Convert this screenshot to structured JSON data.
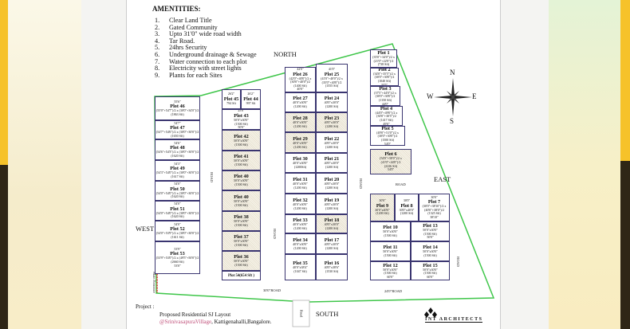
{
  "amenities": {
    "title": "AMENTITIES:",
    "items": [
      {
        "n": "1.",
        "t": "Clear Land Title"
      },
      {
        "n": "2.",
        "t": "Gated Community"
      },
      {
        "n": "3.",
        "t": "Upto 31'0\" wide road width"
      },
      {
        "n": "4.",
        "t": "Tar Road."
      },
      {
        "n": "5.",
        "t": "24hrs Security"
      },
      {
        "n": "6.",
        "t": "Underground drainage & Sewage"
      },
      {
        "n": "7.",
        "t": "Water connection to each plot"
      },
      {
        "n": "8.",
        "t": "Electricity  with street lights"
      },
      {
        "n": "9.",
        "t": "Plants for each Sites"
      }
    ]
  },
  "directions": {
    "north": "NORTH",
    "south": "SOUTH",
    "east": "EAST",
    "west": "WEST"
  },
  "compass": {
    "n": "N",
    "s": "S",
    "e": "E",
    "w": "W"
  },
  "roads": {
    "road": "ROAD",
    "road_30": "30'0\"ROAD",
    "road_24": "24'0\"ROAD",
    "main_entrance": "Main Entrance",
    "south_road": "Road"
  },
  "project": {
    "label": "Project :",
    "line1": "Proposed Residential SJ Layout",
    "line2_site": "@SrinivasapuraVillage",
    "line2_rest": ", Kattigenahalli,Bangalore."
  },
  "architect": {
    "logo": "INT ARCHITECTS"
  },
  "colors": {
    "boundary": "#3fc64a",
    "plot_border": "#3a3570",
    "entrance": "#e03030"
  },
  "plots": [
    {
      "id": "46",
      "name": "Plot 46",
      "dims": "(55'0\"+54'7\")/2 x (30'0\"+34'0\")/2",
      "area": "(1863 Sft)",
      "top": "55'6\""
    },
    {
      "id": "47",
      "name": "Plot 47",
      "dims": "(54'7\"+54'6\")/2 x (30'0\"+30'0\")/2",
      "area": "(1650 Sft)",
      "top": "54'7\""
    },
    {
      "id": "48",
      "name": "Plot 48",
      "dims": "(54'6\"+54'3\")/2 x (30'0\"+30'0\")/2",
      "area": "(1620 Sft)",
      "top": "54'6\""
    },
    {
      "id": "49",
      "name": "Plot 49",
      "dims": "(54'3\"+54'0\")/2 x (30'0\"+30'0\")/2",
      "area": "(1617 Sft)",
      "top": "54'3\""
    },
    {
      "id": "50",
      "name": "Plot 50",
      "dims": "(54'0\"+54'0\")/2 x (30'0\"+30'0\")/2",
      "area": "(1620 Sft)",
      "top": "54'0\""
    },
    {
      "id": "51",
      "name": "Plot 51",
      "dims": "(54'0\"+54'0\")/2 x (30'0\"+30'0\")/2",
      "area": "(1620 Sft)",
      "top": "54'0\""
    },
    {
      "id": "52",
      "name": "Plot 52",
      "dims": "(54'0\"+53'9\")/2 x (30'0\"+30'0\")/2",
      "area": "(1611 Sft)",
      "top": "54'0\""
    },
    {
      "id": "53",
      "name": "Plot 53",
      "dims": "(53'9\"+53'0\")/2 x (49'5\"+50'0\")/2",
      "area": "(2660 Sft)",
      "top": "53'9\"",
      "bottom": "53'0\""
    },
    {
      "id": "45",
      "name": "Plot 45",
      "dims": "",
      "area": "794 Sft",
      "top": "26'2\""
    },
    {
      "id": "44",
      "name": "Plot 44",
      "dims": "",
      "area": "997 Sft",
      "top": "26'2\""
    },
    {
      "id": "43",
      "name": "Plot 43",
      "dims": "50'0\"x30'0\"",
      "area": "(1500 Sft)",
      "top": "25'0\"",
      "bottom": "50'0\""
    },
    {
      "id": "42",
      "name": "Plot 42",
      "dims": "50'0\"x30'0\"",
      "area": "(1500 Sft)"
    },
    {
      "id": "41",
      "name": "Plot 41",
      "dims": "50'0\"x30'0\"",
      "area": "(1500 Sft)"
    },
    {
      "id": "40",
      "name": "Plot 40",
      "dims": "50'0\"x30'0\"",
      "area": "(1500 Sft)"
    },
    {
      "id": "40b",
      "name": "Plot 40",
      "dims": "50'0\"x30'0\"",
      "area": "(1500 Sft)"
    },
    {
      "id": "38",
      "name": "Plot 38",
      "dims": "50'0\"x30'0\"",
      "area": "(1500 Sft)"
    },
    {
      "id": "37",
      "name": "Plot 37",
      "dims": "50'0\"x30'0\"",
      "area": "(1500 Sft)"
    },
    {
      "id": "36",
      "name": "Plot 36",
      "dims": "50'0\"x30'0\"",
      "area": "(1500 Sft)"
    },
    {
      "id": "54",
      "name": "Plot 54(654 Sft )",
      "dims": "",
      "area": ""
    },
    {
      "id": "26",
      "name": "Plot 26",
      "dims": "(42'0\"+40'0\")/2 x (30'0\"+40'0\")/2",
      "area": "(1400 Sft)",
      "top": "42'0\"",
      "bottom": "40'0\""
    },
    {
      "id": "25",
      "name": "Plot 25",
      "dims": "(41'0\"+40'0\")/2 x (35'0\"+40'0\")/2",
      "area": "(1555 Sft)",
      "top": "41'0\""
    },
    {
      "id": "27",
      "name": "Plot 27",
      "dims": "40'0\"x30'0\"",
      "area": "(1200 Sft)"
    },
    {
      "id": "24",
      "name": "Plot 24",
      "dims": "40'0\"x30'0\"",
      "area": "(1200 Sft)"
    },
    {
      "id": "28",
      "name": "Plot 28",
      "dims": "40'0\"x30'0\"",
      "area": "(1200 Sft)"
    },
    {
      "id": "23",
      "name": "Plot 23",
      "dims": "40'0\"x30'0\"",
      "area": "(1200 Sft)"
    },
    {
      "id": "29",
      "name": "Plot 29",
      "dims": "40'0\"x30'0\"",
      "area": "(1200 Sft)"
    },
    {
      "id": "22",
      "name": "Plot 22",
      "dims": "40'0\"x30'0\"",
      "area": "(1200 Sft)"
    },
    {
      "id": "30",
      "name": "Plot 30",
      "dims": "40'0\"x30'0\"",
      "area": "(1200Sft)"
    },
    {
      "id": "21",
      "name": "Plot 21",
      "dims": "40'0\"x30'0\"",
      "area": "(1200 Sft)"
    },
    {
      "id": "31",
      "name": "Plot 31",
      "dims": "40'0\"x30'0\"",
      "area": "(1200 Sft)"
    },
    {
      "id": "20",
      "name": "Plot 20",
      "dims": "40'0\"x30'0\"",
      "area": "(1200 Sft)"
    },
    {
      "id": "32",
      "name": "Plot 32",
      "dims": "40'0\"x30'0\"",
      "area": "(1200 Sft)"
    },
    {
      "id": "19",
      "name": "Plot 19",
      "dims": "40'0\"x30'0\"",
      "area": "(1200 Sft)"
    },
    {
      "id": "33",
      "name": "Plot 33",
      "dims": "40'0\"x30'0\"",
      "area": "(1200 Sft)"
    },
    {
      "id": "18",
      "name": "Plot 18",
      "dims": "40'0\"x30'0\"",
      "area": "(1200 Sft)"
    },
    {
      "id": "34",
      "name": "Plot 34",
      "dims": "40'0\"x30'0\"",
      "area": "(1200 Sft)"
    },
    {
      "id": "17",
      "name": "Plot 17",
      "dims": "40'0\"x30'0\"",
      "area": "(1200 Sft)"
    },
    {
      "id": "35",
      "name": "Plot 35",
      "dims": "40'0\"x38'4\"",
      "area": "(1047 Sft)"
    },
    {
      "id": "16",
      "name": "Plot 16",
      "dims": "40'0\"x38'6\"",
      "area": "(1530 Sft)"
    },
    {
      "id": "1",
      "name": "Plot 1",
      "dims": "(35'0\"+34'0\")/2 x (21'0\"+22'0\")/2",
      "area": "(738 Sft)",
      "top": "31'5\"",
      "bottom": "34'0\""
    },
    {
      "id": "2",
      "name": "Plot 2",
      "dims": "(34'0\"+35'5\")/2 x (30'0\"+30'0\")/2",
      "area": "(1040 Sft)",
      "bottom": "35'5\""
    },
    {
      "id": "3",
      "name": "Plot 3",
      "dims": "(37'5\"+44'0\")/2 x (30'0\"+30'0\")/2",
      "area": "(1150 Sft)",
      "bottom": "44'0\""
    },
    {
      "id": "4",
      "name": "Plot 4",
      "dims": "(44'0\"+49'0\")/2 x (30'0\"+30'5\")/2",
      "area": "(1417 Sft)",
      "bottom": "49'0\""
    },
    {
      "id": "5",
      "name": "Plot 5",
      "dims": "(49'0\"+51'0\")/2 x (30'0\"+30'0\")/2",
      "area": "(1500 Sft)",
      "bottom": "54'0\""
    },
    {
      "id": "6",
      "name": "Plot 6",
      "dims": "(54'0\"+58'0\")/2 x (41'0\"+44'0\")/2",
      "area": "(2226 Sft)",
      "bottom": "54'0\""
    },
    {
      "id": "9",
      "name": "Plot 9",
      "dims": "30'0\"x40'0\"",
      "area": "(1200 Sft)",
      "top": "30'0\""
    },
    {
      "id": "8",
      "name": "Plot 8",
      "dims": "30'0\"x40'0\"",
      "area": "(1200 Sft)",
      "top": "30'0\""
    },
    {
      "id": "7",
      "name": "Plot 7",
      "dims": "(30'0\"+38'10\")/2 x (40'0\"+38'0\")/2",
      "area": "(1325 Sft)",
      "top": "30'0\"",
      "bottom": "38'10\""
    },
    {
      "id": "10",
      "name": "Plot 10",
      "dims": "50'0\"x30'0\"",
      "area": "(1500 Sft)"
    },
    {
      "id": "13",
      "name": "Plot 13",
      "dims": "50'0\"x30'0\"",
      "area": "(1500 Sft)",
      "bottom": "50'0\""
    },
    {
      "id": "11",
      "name": "Plot 11",
      "dims": "50'0\"x30'0\"",
      "area": "(1500 Sft)"
    },
    {
      "id": "14",
      "name": "Plot 14",
      "dims": "50'0\"x30'0\"",
      "area": "(1500 Sft)"
    },
    {
      "id": "12",
      "name": "Plot 12",
      "dims": "50'0\"x30'0\"",
      "area": "(1500 Sft)",
      "bottom": "60'0\""
    },
    {
      "id": "15",
      "name": "Plot 15",
      "dims": "50'0\"x30'0\"",
      "area": "(1500 Sft)",
      "bottom": "60'0\""
    }
  ]
}
